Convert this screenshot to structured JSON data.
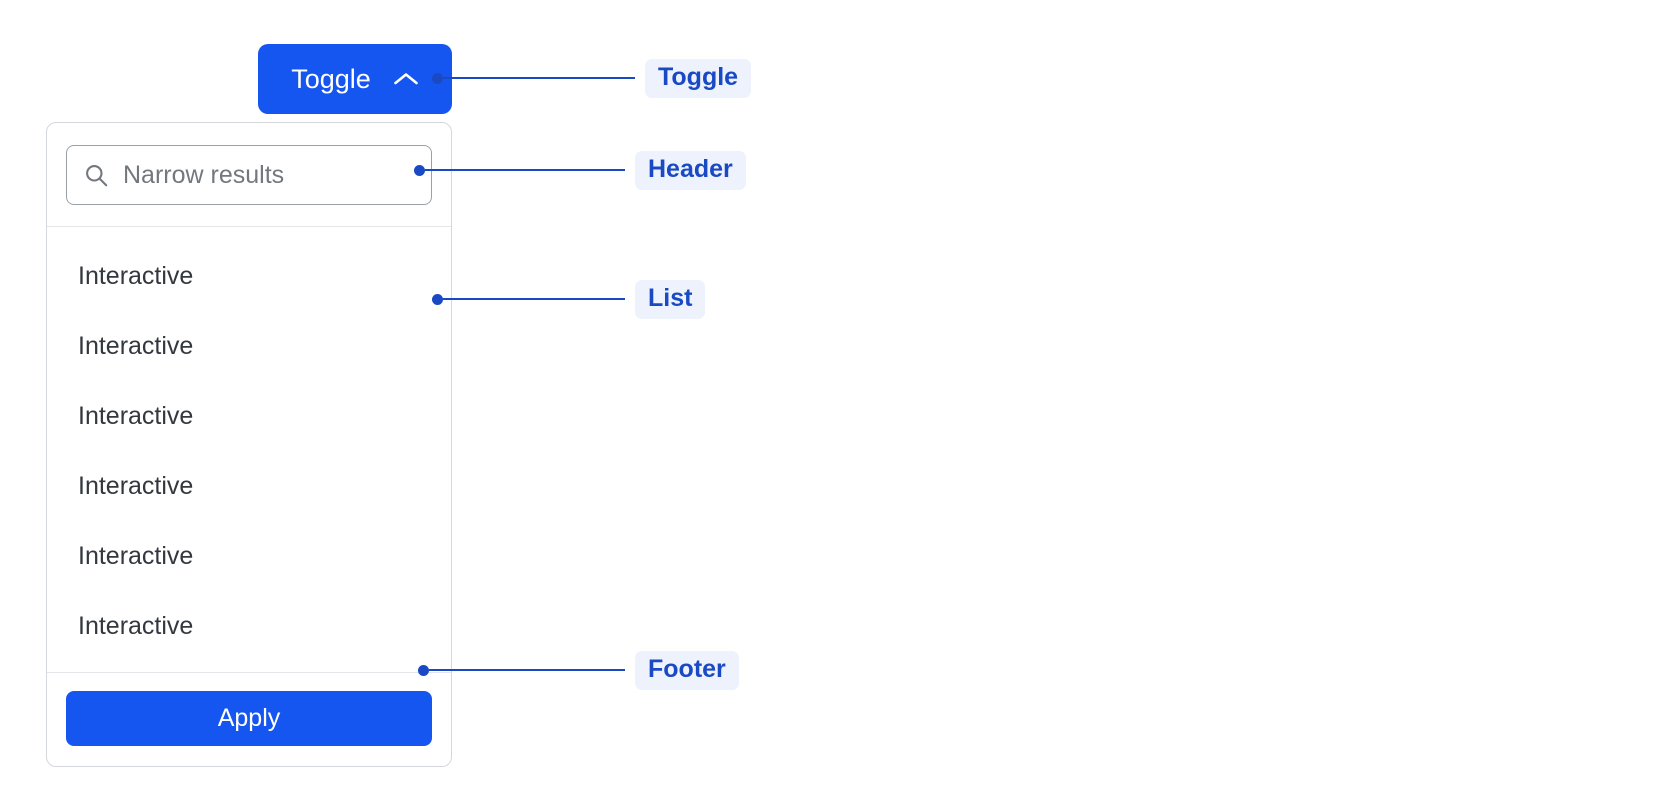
{
  "toggle": {
    "label": "Toggle",
    "icon": "chevron-up-icon",
    "expanded": true,
    "background_color": "#1656f0",
    "text_color": "#ffffff"
  },
  "panel": {
    "header": {
      "search": {
        "icon": "search-icon",
        "placeholder": "Narrow results",
        "value": ""
      }
    },
    "list": {
      "items": [
        {
          "label": "Interactive"
        },
        {
          "label": "Interactive"
        },
        {
          "label": "Interactive"
        },
        {
          "label": "Interactive"
        },
        {
          "label": "Interactive"
        },
        {
          "label": "Interactive"
        }
      ]
    },
    "footer": {
      "apply_label": "Apply",
      "apply_background": "#1656f0"
    },
    "border_color": "#d4d7dc",
    "divider_color": "#e4e6ea"
  },
  "annotations": [
    {
      "key": "toggle",
      "label": "Toggle"
    },
    {
      "key": "header",
      "label": "Header"
    },
    {
      "key": "list",
      "label": "List"
    },
    {
      "key": "footer",
      "label": "Footer"
    }
  ],
  "annotation_style": {
    "badge_background": "#edf2fc",
    "badge_text_color": "#1a49c4",
    "connector_color": "#1a49c4"
  }
}
